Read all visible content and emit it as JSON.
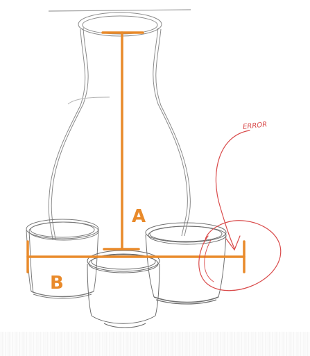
{
  "measure_labels": {
    "a": "A",
    "b": "B"
  },
  "annotation": {
    "note": "ERROR"
  },
  "colors": {
    "pencil": "#8a8a8a",
    "measure_orange": "#e98a2a",
    "annotation_red": "#d94a4a",
    "background": "#ffffff"
  },
  "objects": {
    "bottle": "sake-bottle-sketch",
    "cups": [
      "left-cup-sketch",
      "center-cup-sketch",
      "right-cup-sketch"
    ]
  }
}
